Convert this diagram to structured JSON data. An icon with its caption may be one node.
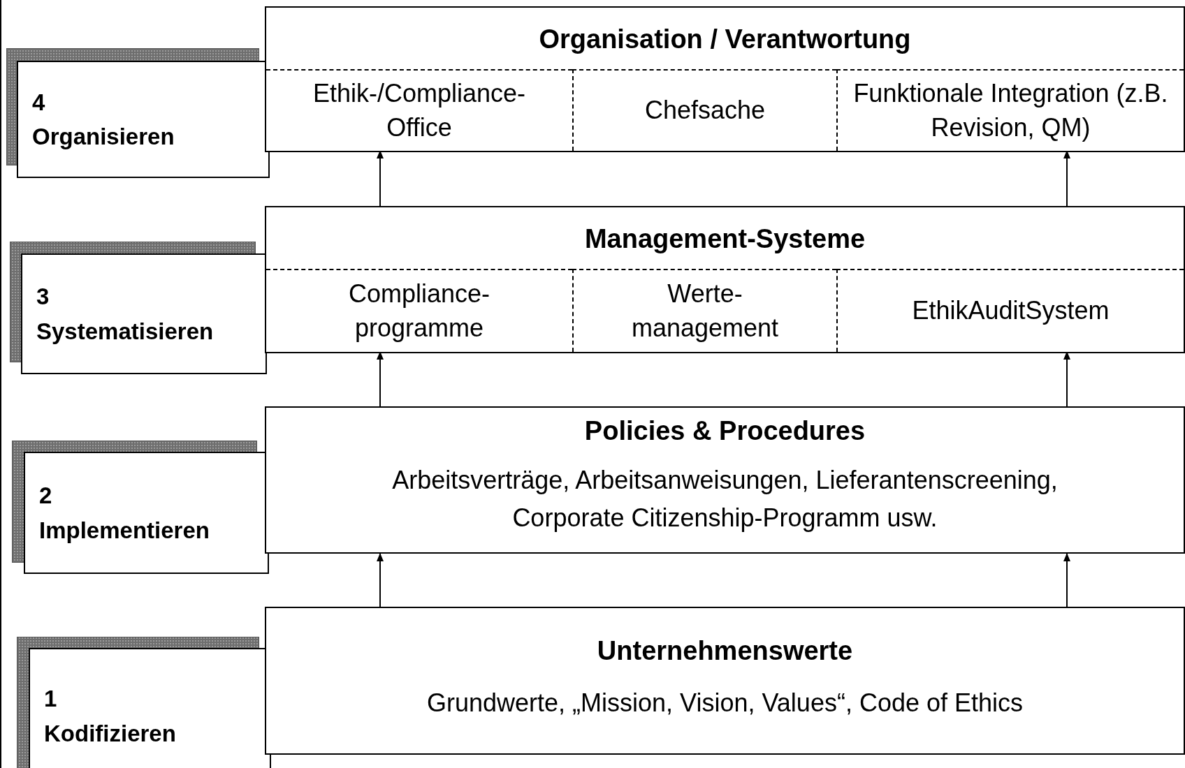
{
  "diagram": {
    "nodes": [
      {
        "text": [
          "4",
          "Organisieren"
        ]
      },
      {
        "text": [
          "Organisation / Verantwortung"
        ]
      },
      {
        "text": [
          "Ethik-/Compliance-Office"
        ],
        "in": 1
      },
      {
        "text": [
          "Chefsache"
        ],
        "in": 1
      },
      {
        "text": [
          "Funktionale Integration (z.B. Revision, QM)"
        ],
        "in": 1
      },
      {
        "text": [
          "3",
          "Systematisieren"
        ]
      },
      {
        "text": [
          "Management-Systeme"
        ]
      },
      {
        "text": [
          "Compliance-programme"
        ],
        "in": 6
      },
      {
        "text": [
          "Werte-management"
        ],
        "in": 6
      },
      {
        "text": [
          "EthikAuditSystem"
        ],
        "in": 6
      },
      {
        "text": [
          "2",
          "Implementieren"
        ]
      },
      {
        "text": [
          "Policies & Procedures",
          "Arbeitsverträge, Arbeitsanweisungen, Lieferantenscreening, Corporate Citizenship-Programm usw."
        ]
      },
      {
        "text": [
          "1",
          "Kodifizieren"
        ]
      },
      {
        "text": [
          "Unternehmenswerte",
          "Grundwerte, „Mission, Vision, Values“, Code of Ethics"
        ]
      }
    ],
    "edges": [
      {
        "from": 6,
        "to": 2,
        "arrow": "to"
      },
      {
        "from": 6,
        "to": 4,
        "arrow": "to"
      },
      {
        "from": 11,
        "to": 7,
        "arrow": "to"
      },
      {
        "from": 11,
        "to": 9,
        "arrow": "to"
      },
      {
        "from": 13,
        "to": 11,
        "arrow": "to"
      },
      {
        "from": 13,
        "to": 11,
        "arrow": "to"
      }
    ]
  }
}
